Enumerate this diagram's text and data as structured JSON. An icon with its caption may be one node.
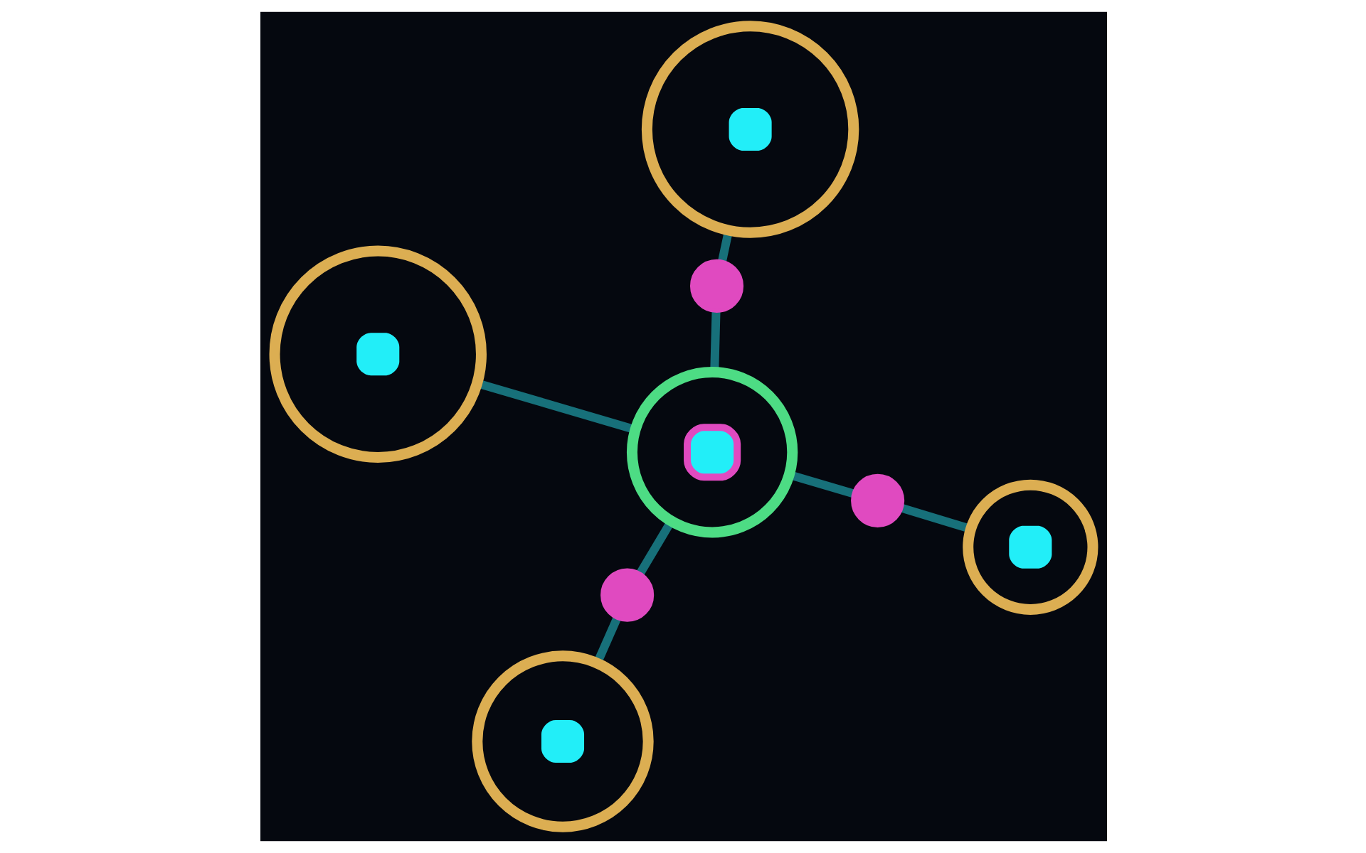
{
  "diagram": {
    "nodes": [
      {
        "text": [],
        "shape": "circle"
      },
      {
        "text": [],
        "shape": "circle"
      },
      {
        "text": [],
        "shape": "circle"
      },
      {
        "text": [],
        "shape": "circle"
      },
      {
        "text": [],
        "shape": "circle"
      },
      {
        "text": [],
        "shape": "circle"
      },
      {
        "text": [],
        "shape": "circle"
      },
      {
        "text": [],
        "shape": "circle"
      }
    ],
    "edges": [
      {
        "from": 2,
        "to": 0,
        "arrow": "none"
      },
      {
        "from": 2,
        "to": 3,
        "arrow": "none"
      },
      {
        "from": 3,
        "to": 1,
        "arrow": "none"
      },
      {
        "from": 2,
        "to": 4,
        "arrow": "none"
      },
      {
        "from": 4,
        "to": 6,
        "arrow": "none"
      },
      {
        "from": 2,
        "to": 5,
        "arrow": "none"
      },
      {
        "from": 5,
        "to": 7,
        "arrow": "none"
      }
    ]
  }
}
